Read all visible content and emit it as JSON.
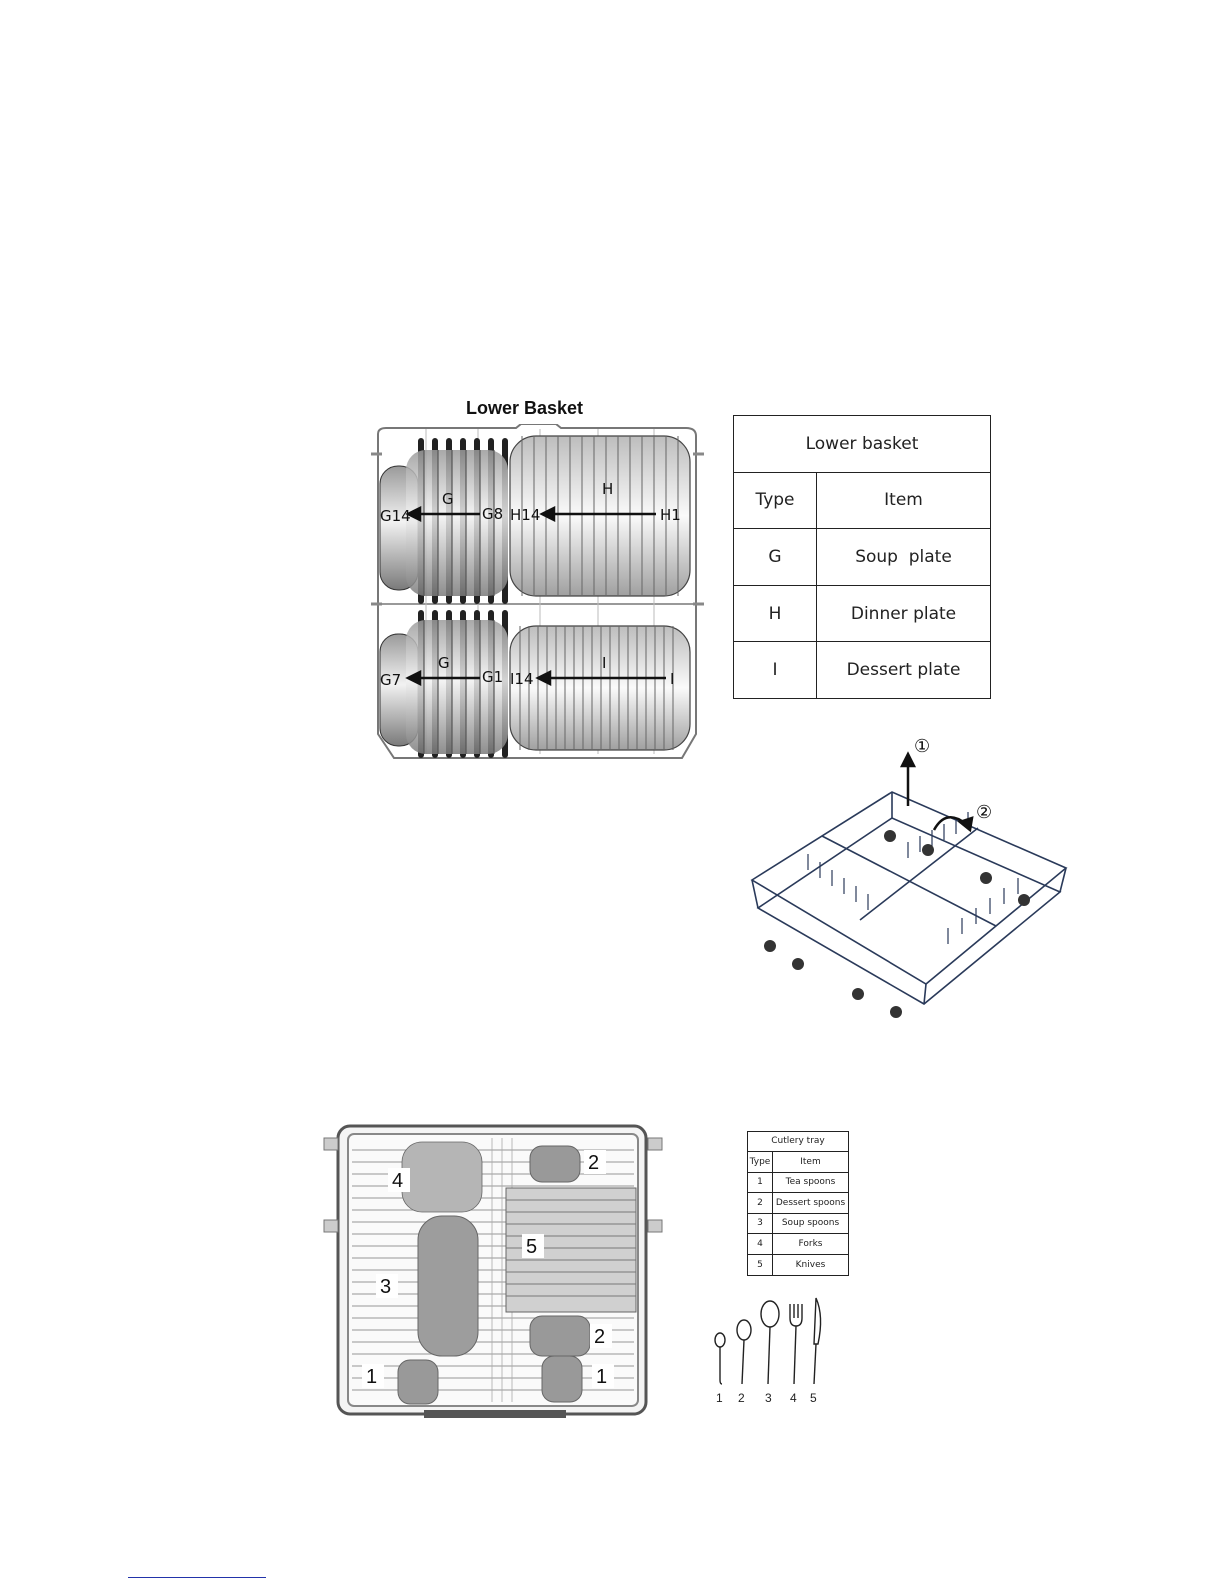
{
  "lower_basket": {
    "title": "Lower Basket",
    "plate_labels": {
      "g14": "G14",
      "g": "G",
      "g8": "G8",
      "h14": "H14",
      "h": "H",
      "h1": "H1",
      "g7": "G7",
      "g_lower": "G",
      "g1": "G1",
      "i14": "I14",
      "i": "I",
      "i1": "I"
    },
    "table": {
      "header": "Lower basket",
      "col_type": "Type",
      "col_item": "Item",
      "rows": [
        {
          "type": "G",
          "item": "Soup  plate"
        },
        {
          "type": "H",
          "item": "Dinner plate"
        },
        {
          "type": "I",
          "item": "Dessert plate"
        }
      ]
    }
  },
  "rack_steps": {
    "step1": "①",
    "step2": "②"
  },
  "cutlery": {
    "zone_labels": {
      "z4": "4",
      "z2_top": "2",
      "z5": "5",
      "z3": "3",
      "z2_bottom": "2",
      "z1_left": "1",
      "z1_right": "1"
    },
    "table": {
      "header": "Cutlery tray",
      "col_type": "Type",
      "col_item": "Item",
      "rows": [
        {
          "type": "1",
          "item": "Tea spoons"
        },
        {
          "type": "2",
          "item": "Dessert spoons"
        },
        {
          "type": "3",
          "item": "Soup spoons"
        },
        {
          "type": "4",
          "item": "Forks"
        },
        {
          "type": "5",
          "item": "Knives"
        }
      ]
    },
    "utensil_numbers": [
      "1",
      "2",
      "3",
      "4",
      "5"
    ]
  }
}
